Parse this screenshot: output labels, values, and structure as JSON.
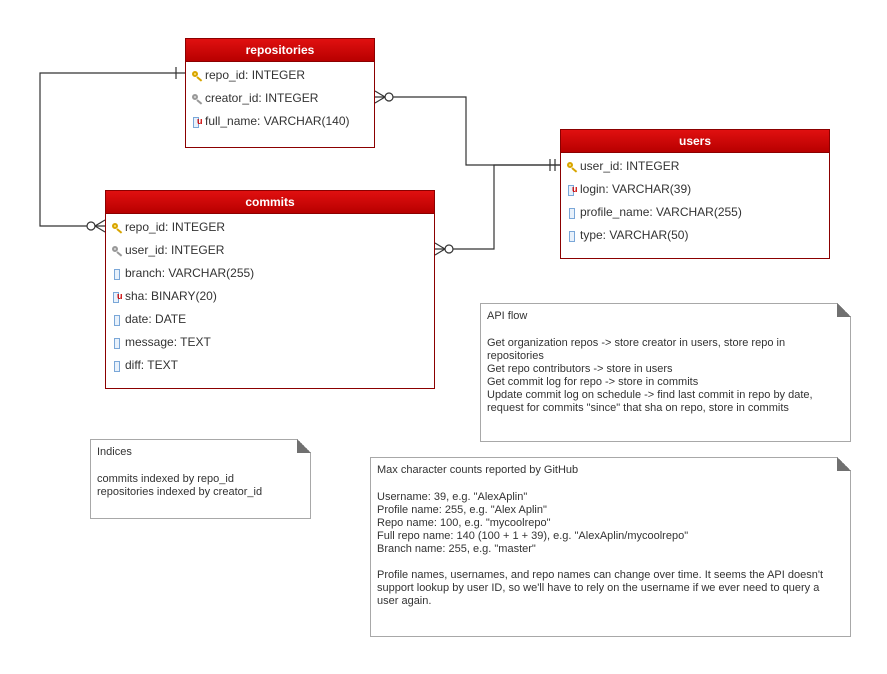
{
  "entities": {
    "repositories": {
      "title": "repositories",
      "fields": [
        {
          "icon": "primary-key-icon",
          "text": "repo_id: INTEGER"
        },
        {
          "icon": "foreign-key-icon",
          "text": "creator_id: INTEGER"
        },
        {
          "icon": "unique-column-icon",
          "text": "full_name: VARCHAR(140)"
        }
      ]
    },
    "users": {
      "title": "users",
      "fields": [
        {
          "icon": "primary-key-icon",
          "text": "user_id: INTEGER"
        },
        {
          "icon": "unique-column-icon",
          "text": "login: VARCHAR(39)"
        },
        {
          "icon": "column-icon",
          "text": "profile_name: VARCHAR(255)"
        },
        {
          "icon": "column-icon",
          "text": "type: VARCHAR(50)"
        }
      ]
    },
    "commits": {
      "title": "commits",
      "fields": [
        {
          "icon": "primary-key-icon",
          "text": "repo_id: INTEGER"
        },
        {
          "icon": "foreign-key-icon",
          "text": "user_id: INTEGER"
        },
        {
          "icon": "column-icon",
          "text": "branch: VARCHAR(255)"
        },
        {
          "icon": "unique-column-icon",
          "text": "sha: BINARY(20)"
        },
        {
          "icon": "column-icon",
          "text": "date: DATE"
        },
        {
          "icon": "column-icon",
          "text": "message: TEXT"
        },
        {
          "icon": "column-icon",
          "text": "diff: TEXT"
        }
      ]
    }
  },
  "notes": {
    "api_flow": {
      "title": "API flow",
      "lines": [
        "Get organization repos -> store creator in users, store repo in repositories",
        "Get repo contributors -> store in users",
        "Get commit log for repo -> store in commits",
        "Update commit log on schedule -> find last commit in repo by date, request for commits \"since\" that sha on repo, store in commits"
      ]
    },
    "indices": {
      "title": "Indices",
      "lines": [
        "commits indexed by repo_id",
        "repositories indexed by creator_id"
      ]
    },
    "max_chars": {
      "title": "Max character counts reported by GitHub",
      "lines": [
        "Username: 39, e.g. \"AlexAplin\"",
        "Profile name: 255, e.g. \"Alex Aplin\"",
        "Repo name: 100, e.g. \"mycoolrepo\"",
        "Full repo name: 140 (100 + 1 + 39), e.g. \"AlexAplin/mycoolrepo\"",
        "Branch name: 255, e.g. \"master\""
      ],
      "footer": "Profile names, usernames, and repo names can change over time. It seems the API doesn't support lookup by user ID, so we'll have to rely on the username if we ever need to query a user again."
    }
  },
  "colors": {
    "header": "#cc0000",
    "border": "#8b0000",
    "edge": "#333333"
  }
}
